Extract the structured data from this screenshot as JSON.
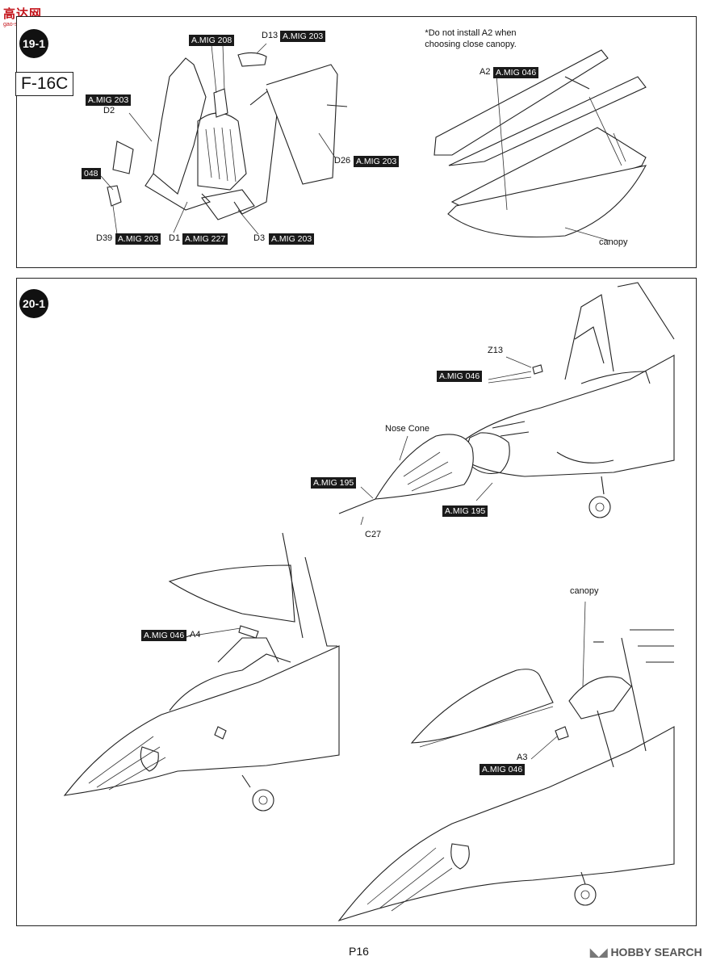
{
  "watermark_top": {
    "text": "高达网",
    "url": "gao-shan.com"
  },
  "panel_19": {
    "step": "19-1",
    "model": "F-16C",
    "note": "*Do not install A2 when\nchoosing close canopy.",
    "callouts": [
      {
        "part": "",
        "paint": "A.MIG 208"
      },
      {
        "part": "D13",
        "paint": "A.MIG 203"
      },
      {
        "part": "D2",
        "paint": "A.MIG 203"
      },
      {
        "part": "",
        "paint": "048"
      },
      {
        "part": "D26",
        "paint": "A.MIG 203"
      },
      {
        "part": "D39",
        "paint": "A.MIG 203"
      },
      {
        "part": "D1",
        "paint": "A.MIG 227"
      },
      {
        "part": "D3",
        "paint": "A.MIG 203"
      },
      {
        "part": "A2",
        "paint": "A.MIG 046"
      }
    ],
    "canopy_label": "canopy"
  },
  "panel_20": {
    "step": "20-1",
    "z13": "Z13",
    "z13_paint": "A.MIG 046",
    "nose_cone": "Nose Cone",
    "nose_paint_left": "A.MIG 195",
    "nose_paint_right": "A.MIG 195",
    "c27": "C27",
    "a4_paint": "A.MIG 046",
    "a4": "A4",
    "canopy": "canopy",
    "a3": "A3",
    "a3_paint": "A.MIG 046"
  },
  "footer": {
    "page": "P16",
    "brand": "HOBBY SEARCH"
  }
}
